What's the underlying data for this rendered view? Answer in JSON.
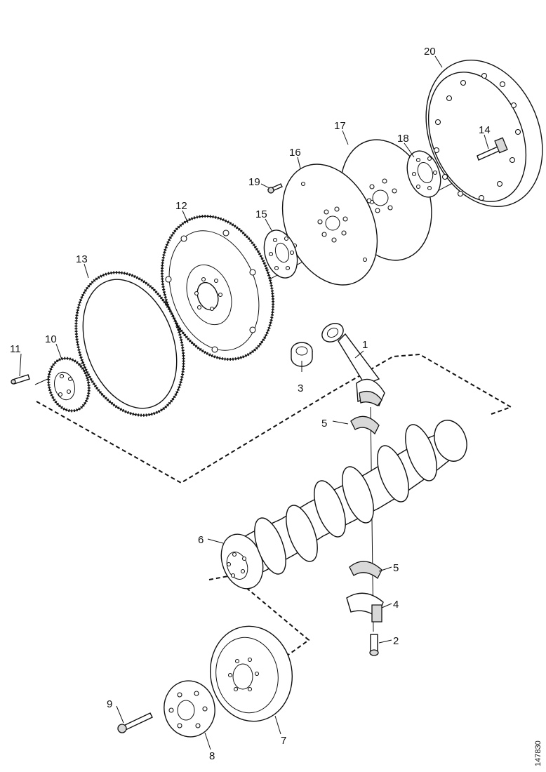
{
  "callouts": {
    "c1": "1",
    "c2": "2",
    "c3": "3",
    "c4": "4",
    "c5a": "5",
    "c5b": "5",
    "c6": "6",
    "c7": "7",
    "c8": "8",
    "c9": "9",
    "c10": "10",
    "c11": "11",
    "c12": "12",
    "c13": "13",
    "c14": "14",
    "c15": "15",
    "c16": "16",
    "c17": "17",
    "c18": "18",
    "c19": "19",
    "c20": "20"
  },
  "figure_id": "147830"
}
